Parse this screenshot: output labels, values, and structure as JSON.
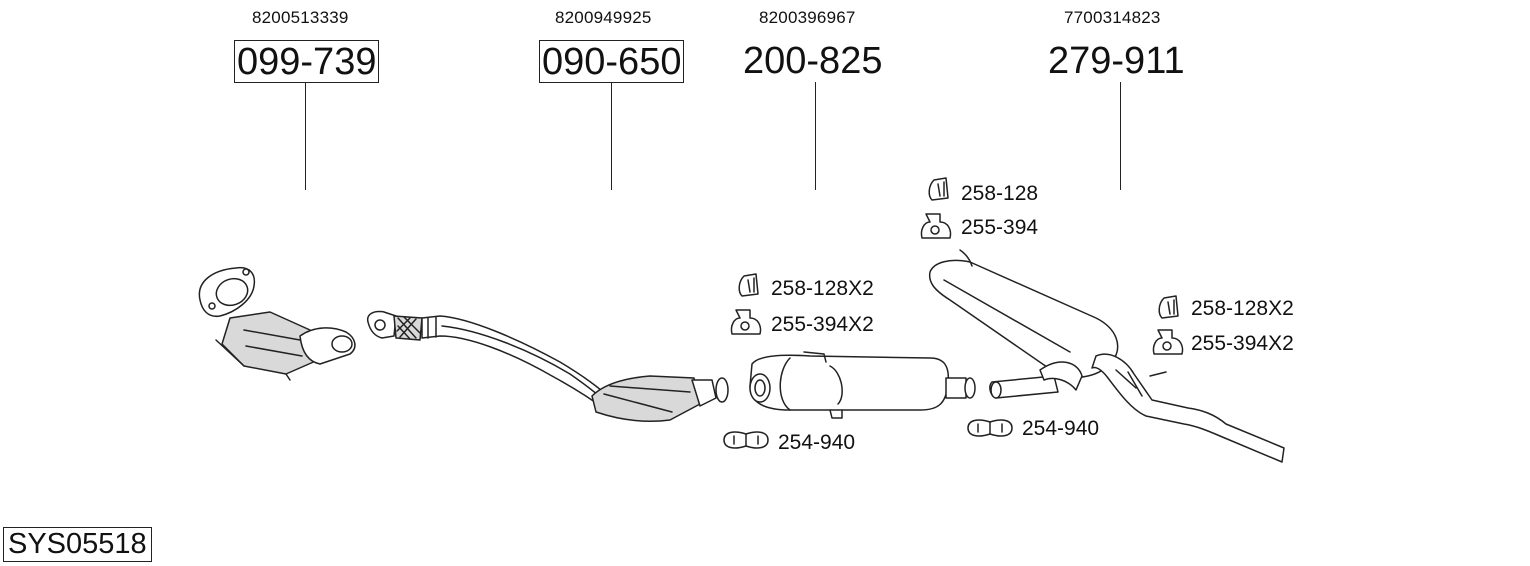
{
  "sections": [
    {
      "oem": "8200513339",
      "part": "099-739"
    },
    {
      "oem": "8200949925",
      "part": "090-650"
    },
    {
      "oem": "8200396967",
      "part": "200-825"
    },
    {
      "oem": "7700314823",
      "part": "279-911"
    }
  ],
  "accessories": {
    "rear_rubber": "258-128",
    "rear_bracket": "255-394",
    "mid_rubber": "258-128X2",
    "mid_bracket": "255-394X2",
    "tail_rubber": "258-128X2",
    "tail_bracket": "255-394X2",
    "clamp_1": "254-940",
    "clamp_2": "254-940"
  },
  "system_code": "SYS05518"
}
